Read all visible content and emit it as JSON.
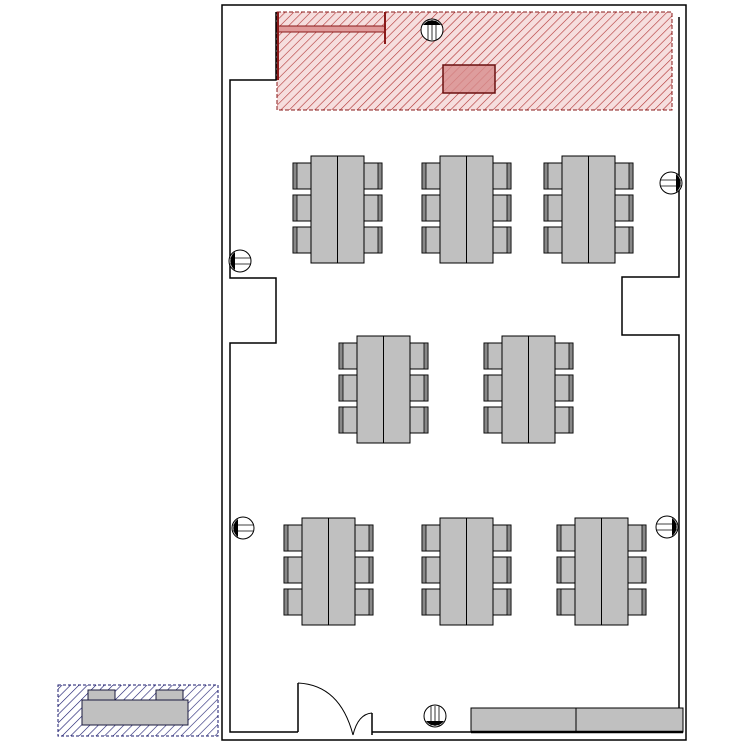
{
  "plan": {
    "table_rows": [
      3,
      2,
      3
    ],
    "chairs_per_side": 3,
    "icons": {
      "light": "wall-light-icon",
      "door": "door-swing-icon",
      "table": "table-group-icon",
      "chair": "chair-icon"
    }
  },
  "colors": {
    "wall": "#000000",
    "table_fill": "#c0c0c0",
    "restricted_zone": "#c0392b",
    "restricted_fill": "#f3d3d3",
    "storage_hatch": "#1a1a6e",
    "counter_fill": "#c0c0c0"
  }
}
